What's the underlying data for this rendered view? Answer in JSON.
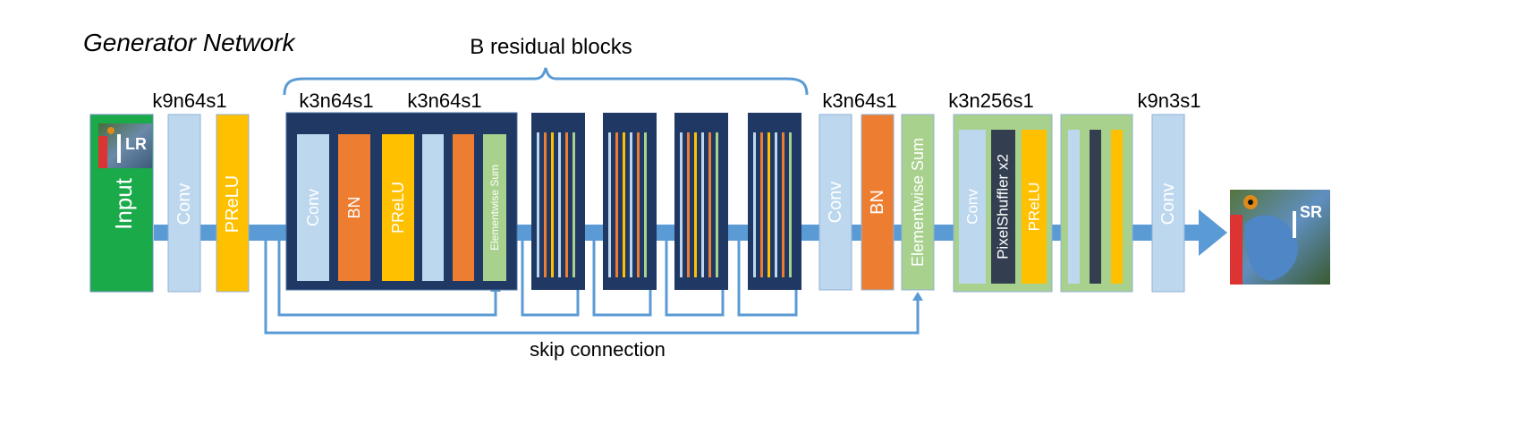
{
  "title": "Generator Network",
  "brace_label": "B residual blocks",
  "skip_label": "skip connection",
  "kernel_labels": {
    "k1": "k9n64s1",
    "k2": "k3n64s1",
    "k3": "k3n64s1",
    "k4": "k3n64s1",
    "k5": "k3n256s1",
    "k6": "k9n3s1"
  },
  "blocks": {
    "input": "Input",
    "conv": "Conv",
    "bn": "BN",
    "prelu": "PReLU",
    "elementwise_sum": "Elementwise Sum",
    "pixel_shuffler": "PixelShuffler x2"
  },
  "image_labels": {
    "lr_base": "I",
    "lr_sup": "LR",
    "sr_base": "I",
    "sr_sup": "SR"
  },
  "colors": {
    "input": "#1aaa4a",
    "conv": "#bdd7ee",
    "bn": "#ed7d31",
    "prelu": "#ffc000",
    "sum": "#a9d18e",
    "dark_block": "#203864",
    "arrow": "#5b9bd5",
    "pixel_shuffler": "#333f50"
  }
}
